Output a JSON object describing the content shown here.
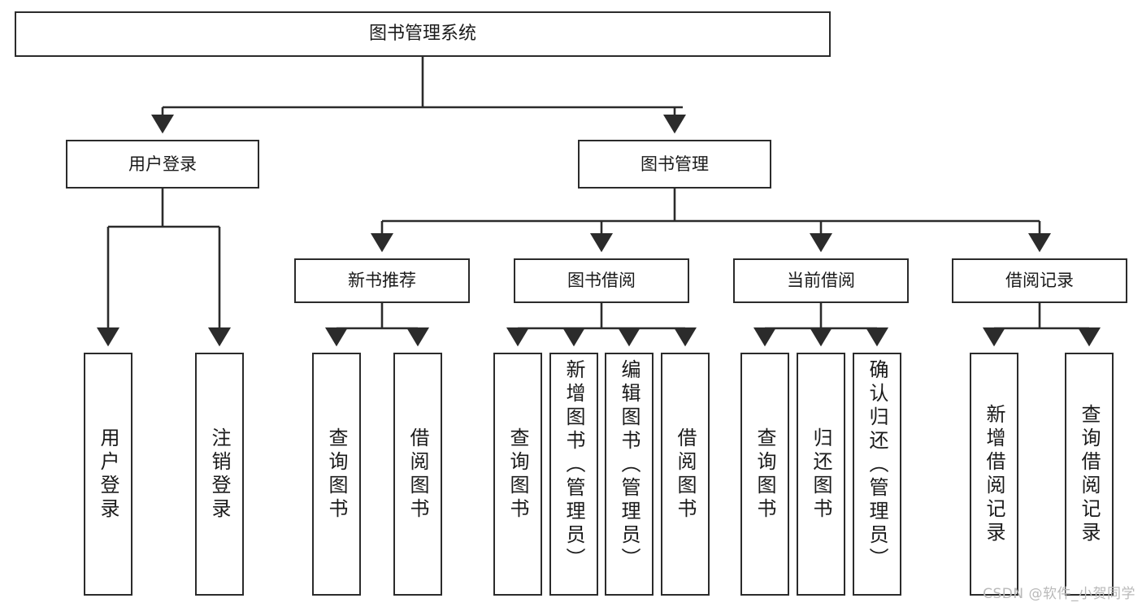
{
  "diagram": {
    "title": "图书管理系统",
    "type": "tree",
    "watermark": "CSDN @软件_小贺同学",
    "colors": {
      "box_border": "#2b2b2b",
      "box_fill": "#ffffff",
      "edge": "#2b2b2b",
      "text": "#1a1a1a",
      "watermark": "#b9b9b9"
    },
    "nodes": {
      "root": {
        "label": "图书管理系统",
        "level": 0
      },
      "l1": [
        {
          "id": "user_login",
          "label": "用户登录",
          "level": 1
        },
        {
          "id": "book_mgmt",
          "label": "图书管理",
          "level": 1
        }
      ],
      "l2": [
        {
          "id": "new_book_rec",
          "label": "新书推荐",
          "level": 2,
          "parent": "book_mgmt"
        },
        {
          "id": "book_borrow",
          "label": "图书借阅",
          "level": 2,
          "parent": "book_mgmt"
        },
        {
          "id": "current_borrow",
          "label": "当前借阅",
          "level": 2,
          "parent": "book_mgmt"
        },
        {
          "id": "borrow_record",
          "label": "借阅记录",
          "level": 2,
          "parent": "book_mgmt"
        }
      ],
      "leaves": [
        {
          "id": "leaf_user_login",
          "label": "用户登录",
          "parent": "user_login"
        },
        {
          "id": "leaf_user_logout",
          "label": "注销登录",
          "parent": "user_login"
        },
        {
          "id": "leaf_query_book_1",
          "label": "查询图书",
          "parent": "new_book_rec"
        },
        {
          "id": "leaf_borrow_book_1",
          "label": "借阅图书",
          "parent": "new_book_rec"
        },
        {
          "id": "leaf_query_book_2",
          "label": "查询图书",
          "parent": "book_borrow"
        },
        {
          "id": "leaf_add_book",
          "label": "新增图书（管理员）",
          "parent": "book_borrow"
        },
        {
          "id": "leaf_edit_book",
          "label": "编辑图书（管理员）",
          "parent": "book_borrow"
        },
        {
          "id": "leaf_borrow_book_2",
          "label": "借阅图书",
          "parent": "book_borrow"
        },
        {
          "id": "leaf_query_book_3",
          "label": "查询图书",
          "parent": "current_borrow"
        },
        {
          "id": "leaf_return_book",
          "label": "归还图书",
          "parent": "current_borrow"
        },
        {
          "id": "leaf_confirm_return",
          "label": "确认归还（管理员）",
          "parent": "current_borrow"
        },
        {
          "id": "leaf_add_record",
          "label": "新增借阅记录",
          "parent": "borrow_record"
        },
        {
          "id": "leaf_query_record",
          "label": "查询借阅记录",
          "parent": "borrow_record"
        }
      ]
    }
  }
}
